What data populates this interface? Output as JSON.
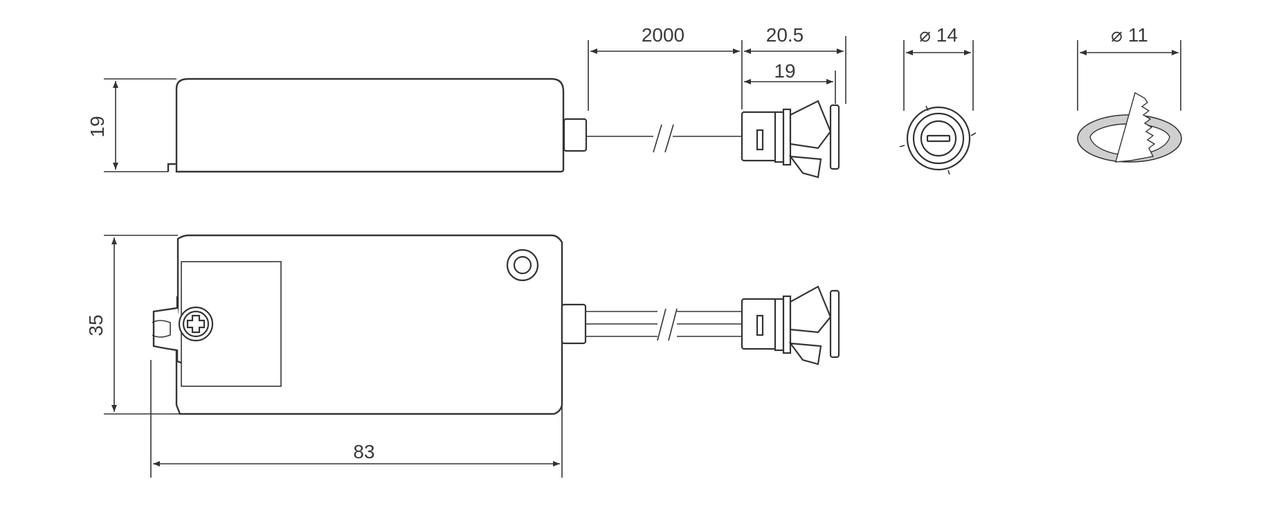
{
  "dimensions": {
    "height_side": "19",
    "cable_length": "2000",
    "sensor_length": "20.5",
    "sensor_body_length": "19",
    "sensor_diameter": "⌀ 14",
    "hole_diameter": "⌀ 11",
    "width_top": "35",
    "length_top": "83"
  },
  "colors": {
    "line": "#333333",
    "text": "#3a3a3a",
    "hatch": "#cfcfcf"
  }
}
